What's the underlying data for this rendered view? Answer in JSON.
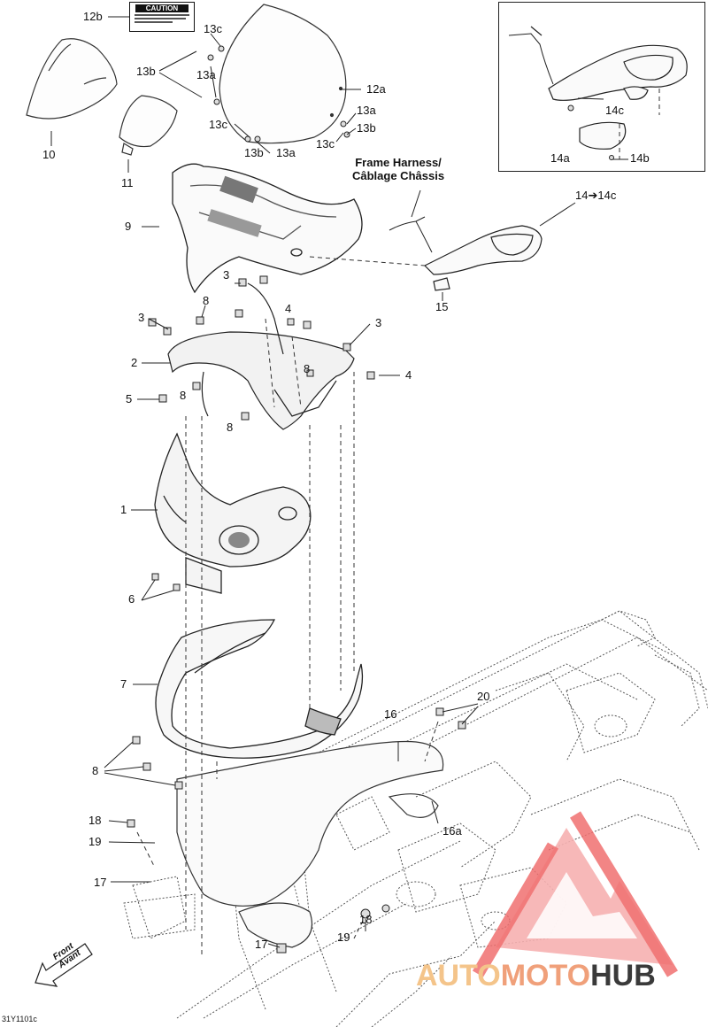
{
  "diagram": {
    "caution_label": {
      "title": "CAUTION"
    },
    "header_label": {
      "line1": "Frame Harness/",
      "line2": "Câblage Châssis"
    },
    "front_label": {
      "line1": "Front",
      "line2": "Avant"
    },
    "reference_code": "31Y1101c",
    "watermark": {
      "part1": "AUTO",
      "part2": "MOTO",
      "part3": "HUB"
    },
    "callouts": {
      "c12b": "12b",
      "c13c_a": "13c",
      "c13a_a": "13a",
      "c13b_a": "13b",
      "c12a": "12a",
      "c13c_b": "13c",
      "c13b_b": "13b",
      "c13a_b": "13a",
      "c13a_c": "13a",
      "c13b_c": "13b",
      "c13c_c": "13c",
      "c10": "10",
      "c11": "11",
      "c9": "9",
      "c14c_in": "14c",
      "c14a": "14a",
      "c14b": "14b",
      "c14range": "14➔14c",
      "c15": "15",
      "c3_a": "3",
      "c3_b": "3",
      "c3_c": "3",
      "c8_a": "8",
      "c8_b": "8",
      "c8_c": "8",
      "c8_d": "8",
      "c4_a": "4",
      "c4_b": "4",
      "c2": "2",
      "c5": "5",
      "c1": "1",
      "c6": "6",
      "c7": "7",
      "c8_e": "8",
      "c16": "16",
      "c16a": "16a",
      "c20": "20",
      "c18_a": "18",
      "c19_a": "19",
      "c17_a": "17",
      "c18_b": "18",
      "c19_b": "19",
      "c17_b": "17"
    }
  }
}
